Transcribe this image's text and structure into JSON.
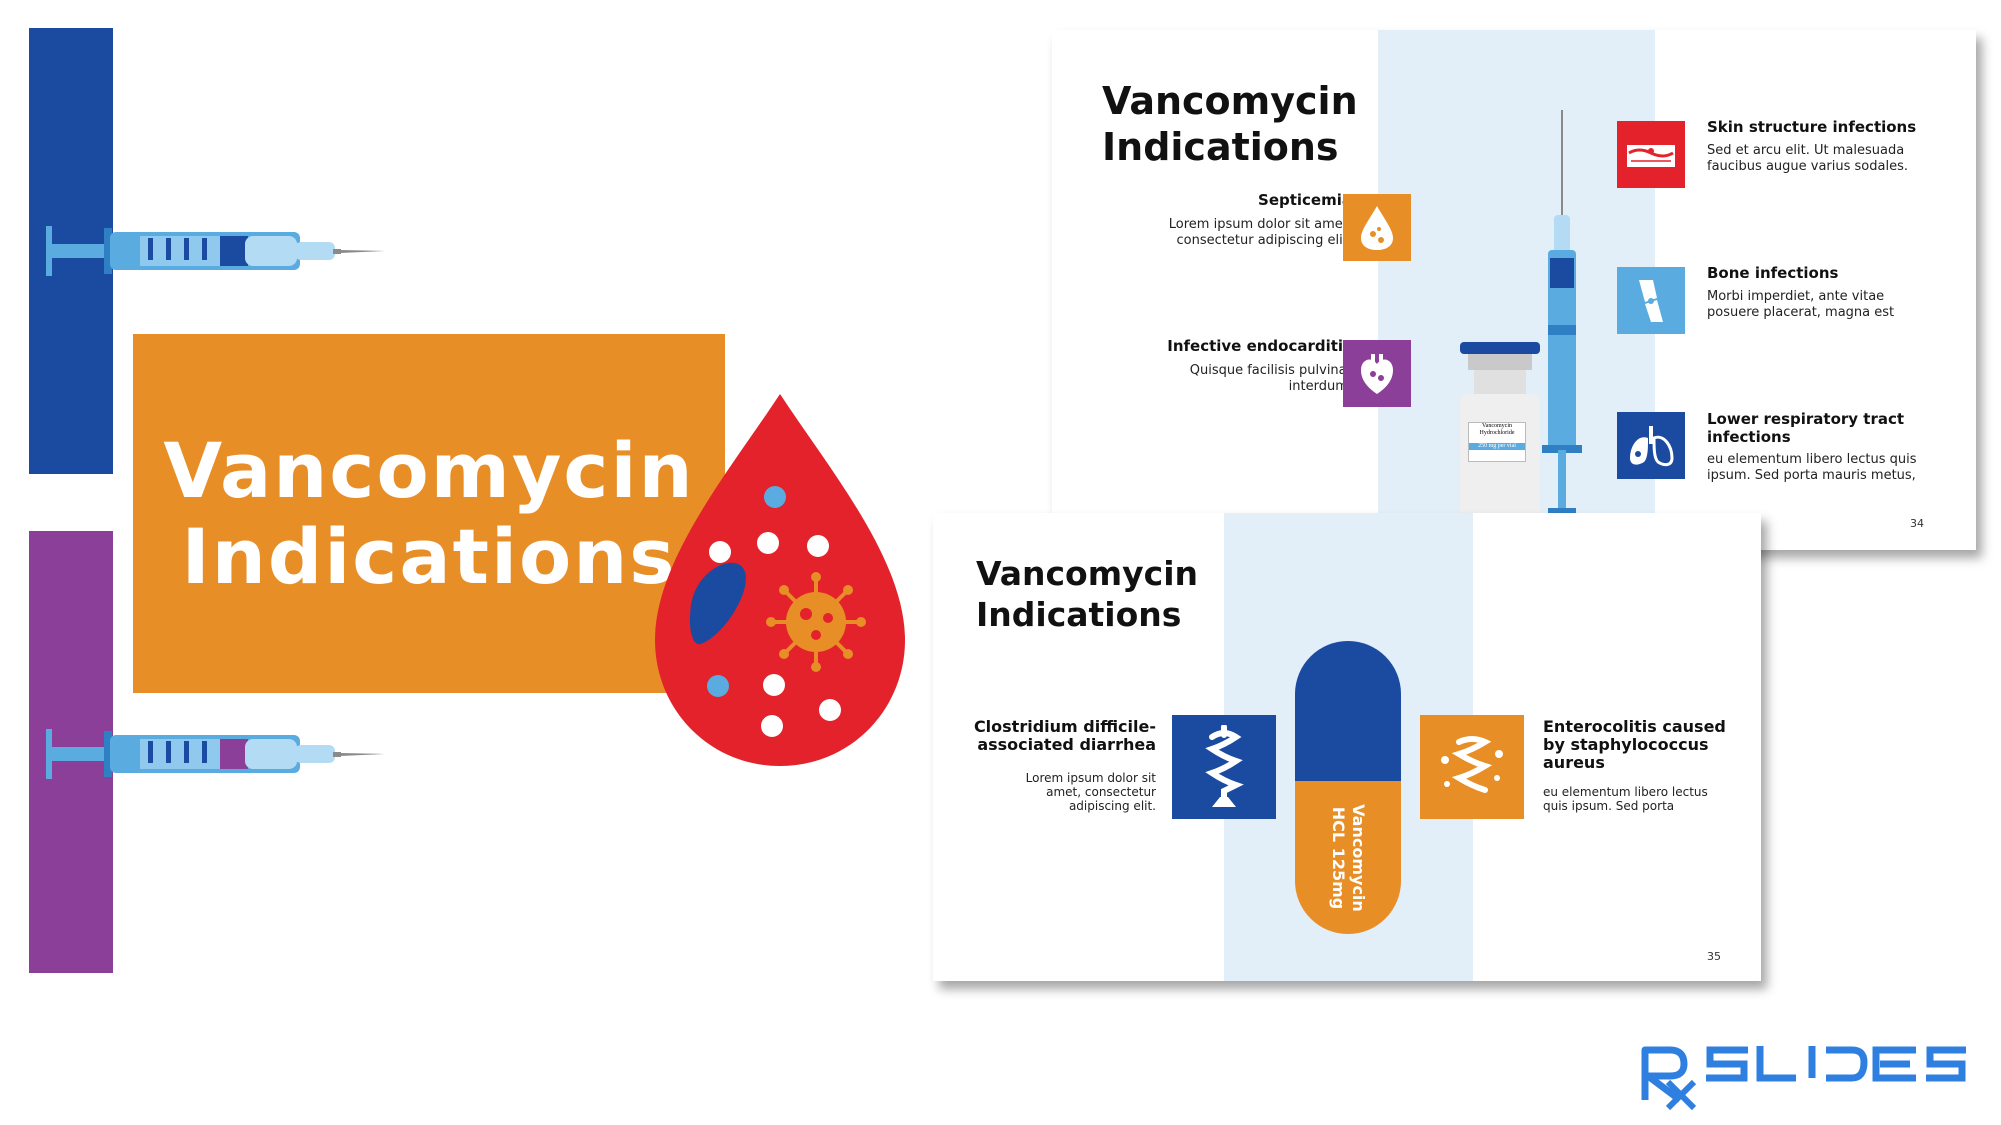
{
  "main": {
    "title_line1": "Vancomycin",
    "title_line2": "Indications"
  },
  "slide34": {
    "title_line1": "Vancomycin",
    "title_line2": "Indications",
    "page_number": "34",
    "vial_label_line1": "Vancomycin",
    "vial_label_line2": "Hydrochloride",
    "vial_label_line3": "250 mg per vial",
    "items": [
      {
        "heading": "Septicemia",
        "text_line1": "Lorem ipsum dolor sit amet,",
        "text_line2": "consectetur adipiscing elit.",
        "icon": "blood-drop-icon",
        "color": "#e88e27"
      },
      {
        "heading": "Infective endocarditis",
        "text_line1": "Quisque facilisis pulvinar",
        "text_line2": "interdum.",
        "icon": "heart-icon",
        "color": "#8b3f98"
      },
      {
        "heading": "Skin structure infections",
        "text_line1": "Sed et arcu elit. Ut malesuada",
        "text_line2": "faucibus augue varius sodales.",
        "icon": "skin-icon",
        "color": "#e3222b"
      },
      {
        "heading": "Bone infections",
        "text_line1": "Morbi imperdiet, ante vitae",
        "text_line2": "posuere placerat, magna est",
        "icon": "bone-joint-icon",
        "color": "#5aace0"
      },
      {
        "heading_line1": "Lower respiratory tract",
        "heading_line2": "infections",
        "text_line1": "eu elementum libero lectus quis",
        "text_line2": "ipsum. Sed porta mauris metus,",
        "icon": "lungs-icon",
        "color": "#1b4ba0"
      }
    ]
  },
  "slide35": {
    "title_line1": "Vancomycin",
    "title_line2": "Indications",
    "page_number": "35",
    "capsule_line1": "Vancomycin",
    "capsule_line2": "HCL 125mg",
    "items": [
      {
        "heading_line1": "Clostridium difficile-",
        "heading_line2": "associated diarrhea",
        "text_line1": "Lorem ipsum dolor sit",
        "text_line2": "amet, consectetur",
        "text_line3": "adipiscing elit.",
        "icon": "intestine-icon",
        "color": "#1b4ba0"
      },
      {
        "heading_line1": "Enterocolitis caused",
        "heading_line2": "by staphylococcus",
        "heading_line3": "aureus",
        "text_line1": "eu elementum libero lectus",
        "text_line2": "quis ipsum. Sed porta",
        "icon": "intestine-bacteria-icon",
        "color": "#e88e27"
      }
    ]
  },
  "colors": {
    "blue": "#1b4ba0",
    "purple": "#8b3f98",
    "orange": "#e88e27",
    "red": "#e3222b",
    "light_blue": "#5aace0",
    "pale_blue": "#e2eff9"
  },
  "logo": {
    "text_rx": "Rx",
    "text_slides": "SLIDES"
  }
}
